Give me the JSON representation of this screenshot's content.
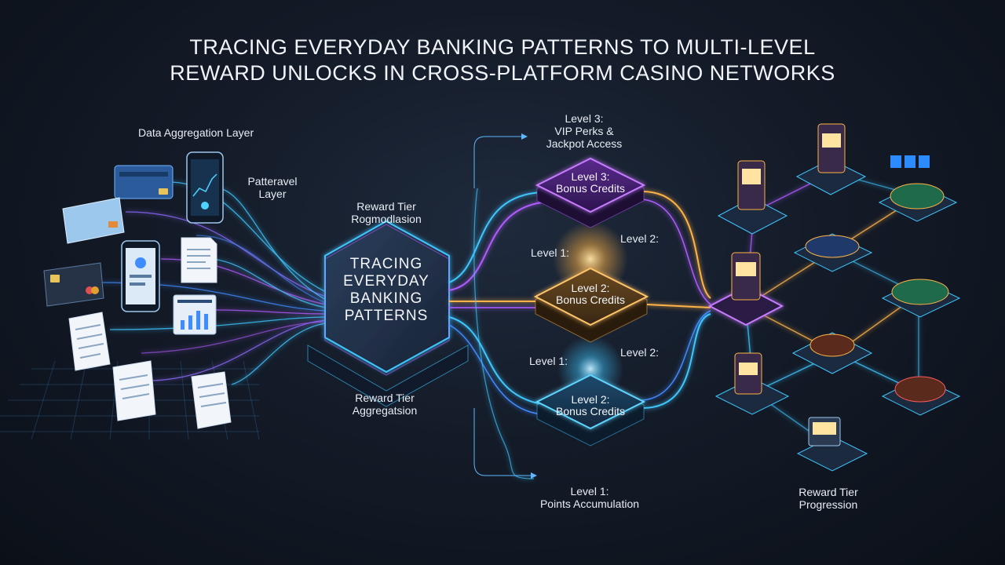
{
  "title": {
    "line1": "Tracing Everyday Banking Patterns to Multi-Level",
    "line2": "Reward Unlocks in Cross-Platform Casino Networks"
  },
  "labels": {
    "data_aggregation": "Data Aggregation Layer",
    "pattern_layer_1": "Patteravel",
    "pattern_layer_2": "Layer",
    "reward_tier_top_1": "Reward Tier",
    "reward_tier_top_2": "Rogmodlasion",
    "reward_tier_bottom_1": "Reward Tier",
    "reward_tier_bottom_2": "Aggregatsion",
    "level3_top_1": "Level 3:",
    "level3_top_2": "VIP Perks &",
    "level3_top_3": "Jackpot Access",
    "level1_bottom_1": "Level 1:",
    "level1_bottom_2": "Points Accumulation",
    "progression_1": "Reward Tier",
    "progression_2": "Progression",
    "level1_a": "Level 1:",
    "level2_a": "Level 2:",
    "level1_b": "Level 1:",
    "level2_b": "Level 2:"
  },
  "core": {
    "line1": "Tracing",
    "line2": "Everyday",
    "line3": "Banking",
    "line4": "Patterns"
  },
  "nodes": {
    "top": {
      "line1": "Level 3:",
      "line2": "Bonus Credits"
    },
    "middle": {
      "line1": "Level 2:",
      "line2": "Bonus Credits"
    },
    "bottom": {
      "line1": "Level 2:",
      "line2": "Bonus Credits"
    }
  },
  "colors": {
    "cyan": "#3fc6ff",
    "purple": "#b05cff",
    "gold": "#ffb347",
    "blue": "#3f8cff"
  }
}
